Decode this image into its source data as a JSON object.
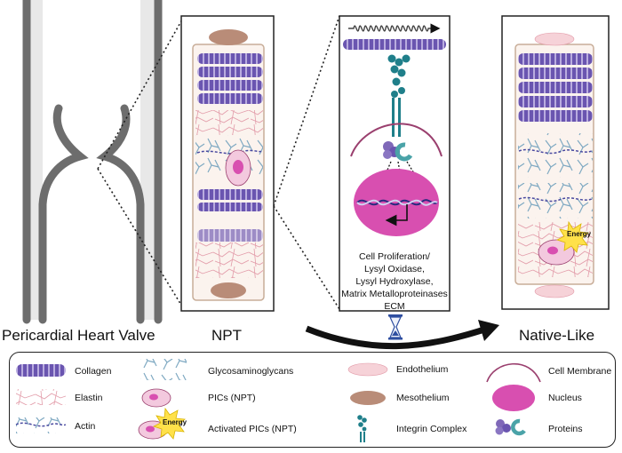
{
  "panels": {
    "pericardial": "Pericardial Heart Valve",
    "npt": "NPT",
    "native": "Native-Like"
  },
  "process_notes": [
    "Cell Proliferation/",
    "Lysyl Oxidase,",
    "Lysyl Hydroxylase,",
    "Matrix Metalloproteinases",
    "ECM"
  ],
  "energy_label": "Energy",
  "legend": {
    "items": [
      {
        "label": "Collagen",
        "icon": "collagen-icon"
      },
      {
        "label": "Elastin",
        "icon": "elastin-icon"
      },
      {
        "label": "Actin",
        "icon": "actin-icon"
      },
      {
        "label": "Glycosaminoglycans",
        "icon": "gag-icon"
      },
      {
        "label": "PICs (NPT)",
        "icon": "pic-icon"
      },
      {
        "label": "Activated PICs (NPT)",
        "icon": "activated-pic-icon"
      },
      {
        "label": "Endothelium",
        "icon": "endothelium-icon"
      },
      {
        "label": "Mesothelium",
        "icon": "mesothelium-icon"
      },
      {
        "label": "Integrin Complex",
        "icon": "integrin-icon"
      },
      {
        "label": "Cell Membrane",
        "icon": "membrane-icon"
      },
      {
        "label": "Nucleus",
        "icon": "nucleus-icon"
      },
      {
        "label": "Proteins",
        "icon": "proteins-icon"
      }
    ]
  },
  "colors": {
    "collagen": "#6a55b0",
    "collagen_stripe": "#b9acdf",
    "elastin": "#e29aa8",
    "gag": "#7fa9c2",
    "nucleus": "#d84fb0",
    "cell": "#f3c9de",
    "mesothelium": "#b98c78",
    "integrin": "#1f7f8a",
    "membrane": "#9a3f6e",
    "vessel": "#6d6d6d",
    "energy": "#ffe14a"
  }
}
